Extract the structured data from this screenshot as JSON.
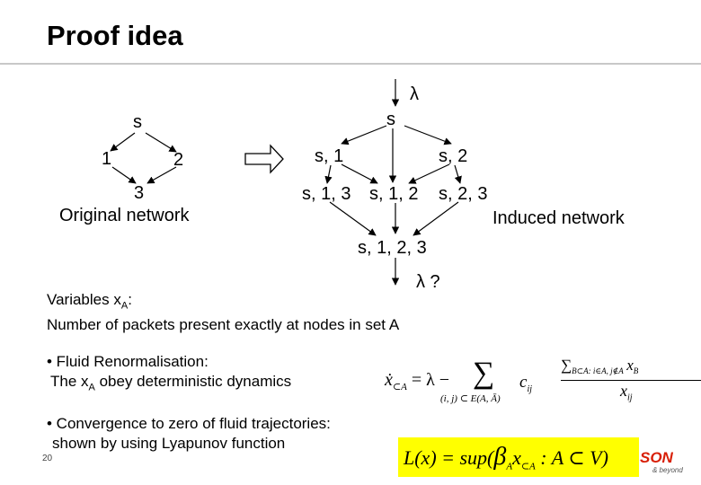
{
  "title": "Proof idea",
  "original_network": {
    "label": "Original network",
    "nodes": {
      "s": "s",
      "n1": "1",
      "n2": "2",
      "n3": "3"
    }
  },
  "induced_network": {
    "label": "Induced network",
    "input_label": "λ",
    "output_label": "λ ?",
    "nodes": {
      "s": "s",
      "s1": "s, 1",
      "s2": "s, 2",
      "s13": "s, 1, 3",
      "s12": "s, 1, 2",
      "s23": "s, 2, 3",
      "s123": "s, 1, 2, 3"
    }
  },
  "variables": {
    "line1_prefix": "Variables x",
    "line1_sub": "A",
    "line1_suffix": ":",
    "line2": "Number of packets present exactly at nodes in set A"
  },
  "fluid": {
    "heading": "• Fluid Renormalisation:",
    "line2_prefix": "The x",
    "line2_sub": "A",
    "line2_suffix": " obey deterministic dynamics"
  },
  "fluid_equation": {
    "lhs": "ẋ",
    "lhs_sub": "⊂A",
    "rhs_eq": "= λ −",
    "sum": "∑",
    "sum_sub": "(i, j) ⊂ E(A, Ā)",
    "c": "c",
    "c_sub": "ij",
    "num": "∑",
    "num_sub": "B⊂A: i∈A, j∉A",
    "num_x": "x",
    "num_x_sub": "B",
    "den_x": "x",
    "den_x_sub": "ij"
  },
  "convergence": {
    "heading": "• Convergence to zero of fluid trajectories:",
    "line2": "shown by using Lyapunov function"
  },
  "lyapunov": "L(x) = sup(β  x   : A ⊂ V)",
  "lyapunov_parts": {
    "lhs": "L(x) = sup(",
    "beta": "β",
    "beta_sub": "A",
    "x": "x",
    "x_sub": "⊂A",
    "rest": ": A ⊂ V",
    "close": ")"
  },
  "slide_number": "20",
  "logo": {
    "main": "SON",
    "sub": "& beyond"
  },
  "colors": {
    "title_rule": "#c8c8c8",
    "highlight": "#ffff00",
    "logo": "#d81e05"
  }
}
